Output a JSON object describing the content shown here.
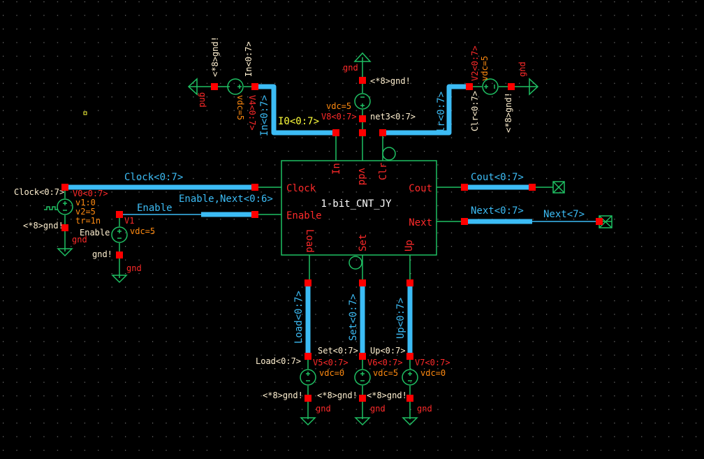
{
  "colors": {
    "background": "#000000",
    "wire": "#1fc063",
    "bus": "#3cbcf5",
    "pin": "#ff0000"
  },
  "block": {
    "name": "1-bit_CNT_JY",
    "pins": {
      "in": "In",
      "vdd": "vdd",
      "clr": "Clr",
      "clock": "Clock",
      "enable": "Enable",
      "cout": "Cout",
      "next": "Next",
      "load": "Load",
      "set": "Set",
      "up": "Up"
    }
  },
  "nets": {
    "in": "In<0:7>",
    "clr": "lr<0:7>",
    "clock": "Clock<0:7>",
    "enable": "Enable,Next<0:6>",
    "cout": "Cout<0:7>",
    "next": "Next<0:7>",
    "next7": "Next<7>",
    "load": "Load<0:7>",
    "set": "Set<0:7>",
    "up": "Up<0:7>",
    "i0": "I0<0:7>",
    "net3": "net3<0:7>"
  },
  "sources": {
    "v_in": {
      "name": "V4<0:7>",
      "param": "vdc=5",
      "pos": "In<0:7>",
      "neg": "<*8>gnd!",
      "gnd": "gnd"
    },
    "v8": {
      "name": "V8<0:7>",
      "param": "vdc=5",
      "neg": "<*8>gnd!",
      "gnd": "gnd"
    },
    "v2": {
      "name": "V2<0:7>",
      "param": "vdc=5",
      "pos": "Clr<0:7>",
      "neg": "<*8>gnd!",
      "gnd": "gnd"
    },
    "v0": {
      "name": "V0<0:7>",
      "params": [
        "v1:0",
        "v2=5",
        "tr=1n"
      ],
      "pos": "Clock<0:7>",
      "neg": "<*8>gnd!",
      "gnd": "gnd"
    },
    "v1": {
      "name": "V1",
      "param": "vdc=5",
      "pos": "Enable",
      "neg": "gnd!",
      "gnd": "gnd"
    },
    "v_load": {
      "name": "V5<0:7>",
      "param": "vdc=0",
      "pos": "Load<0:7>",
      "neg": "<*8>gnd!",
      "gnd": "gnd"
    },
    "v_set": {
      "name": "V6<0:7>",
      "param": "vdc=5",
      "pos": "Set<0:7>",
      "neg": "<*8>gnd!",
      "gnd": "gnd"
    },
    "v7": {
      "name": "V7<0:7>",
      "param": "vdc=0",
      "pos": "Up<0:7>",
      "neg": "<*8>gnd!",
      "gnd": "gnd"
    }
  }
}
